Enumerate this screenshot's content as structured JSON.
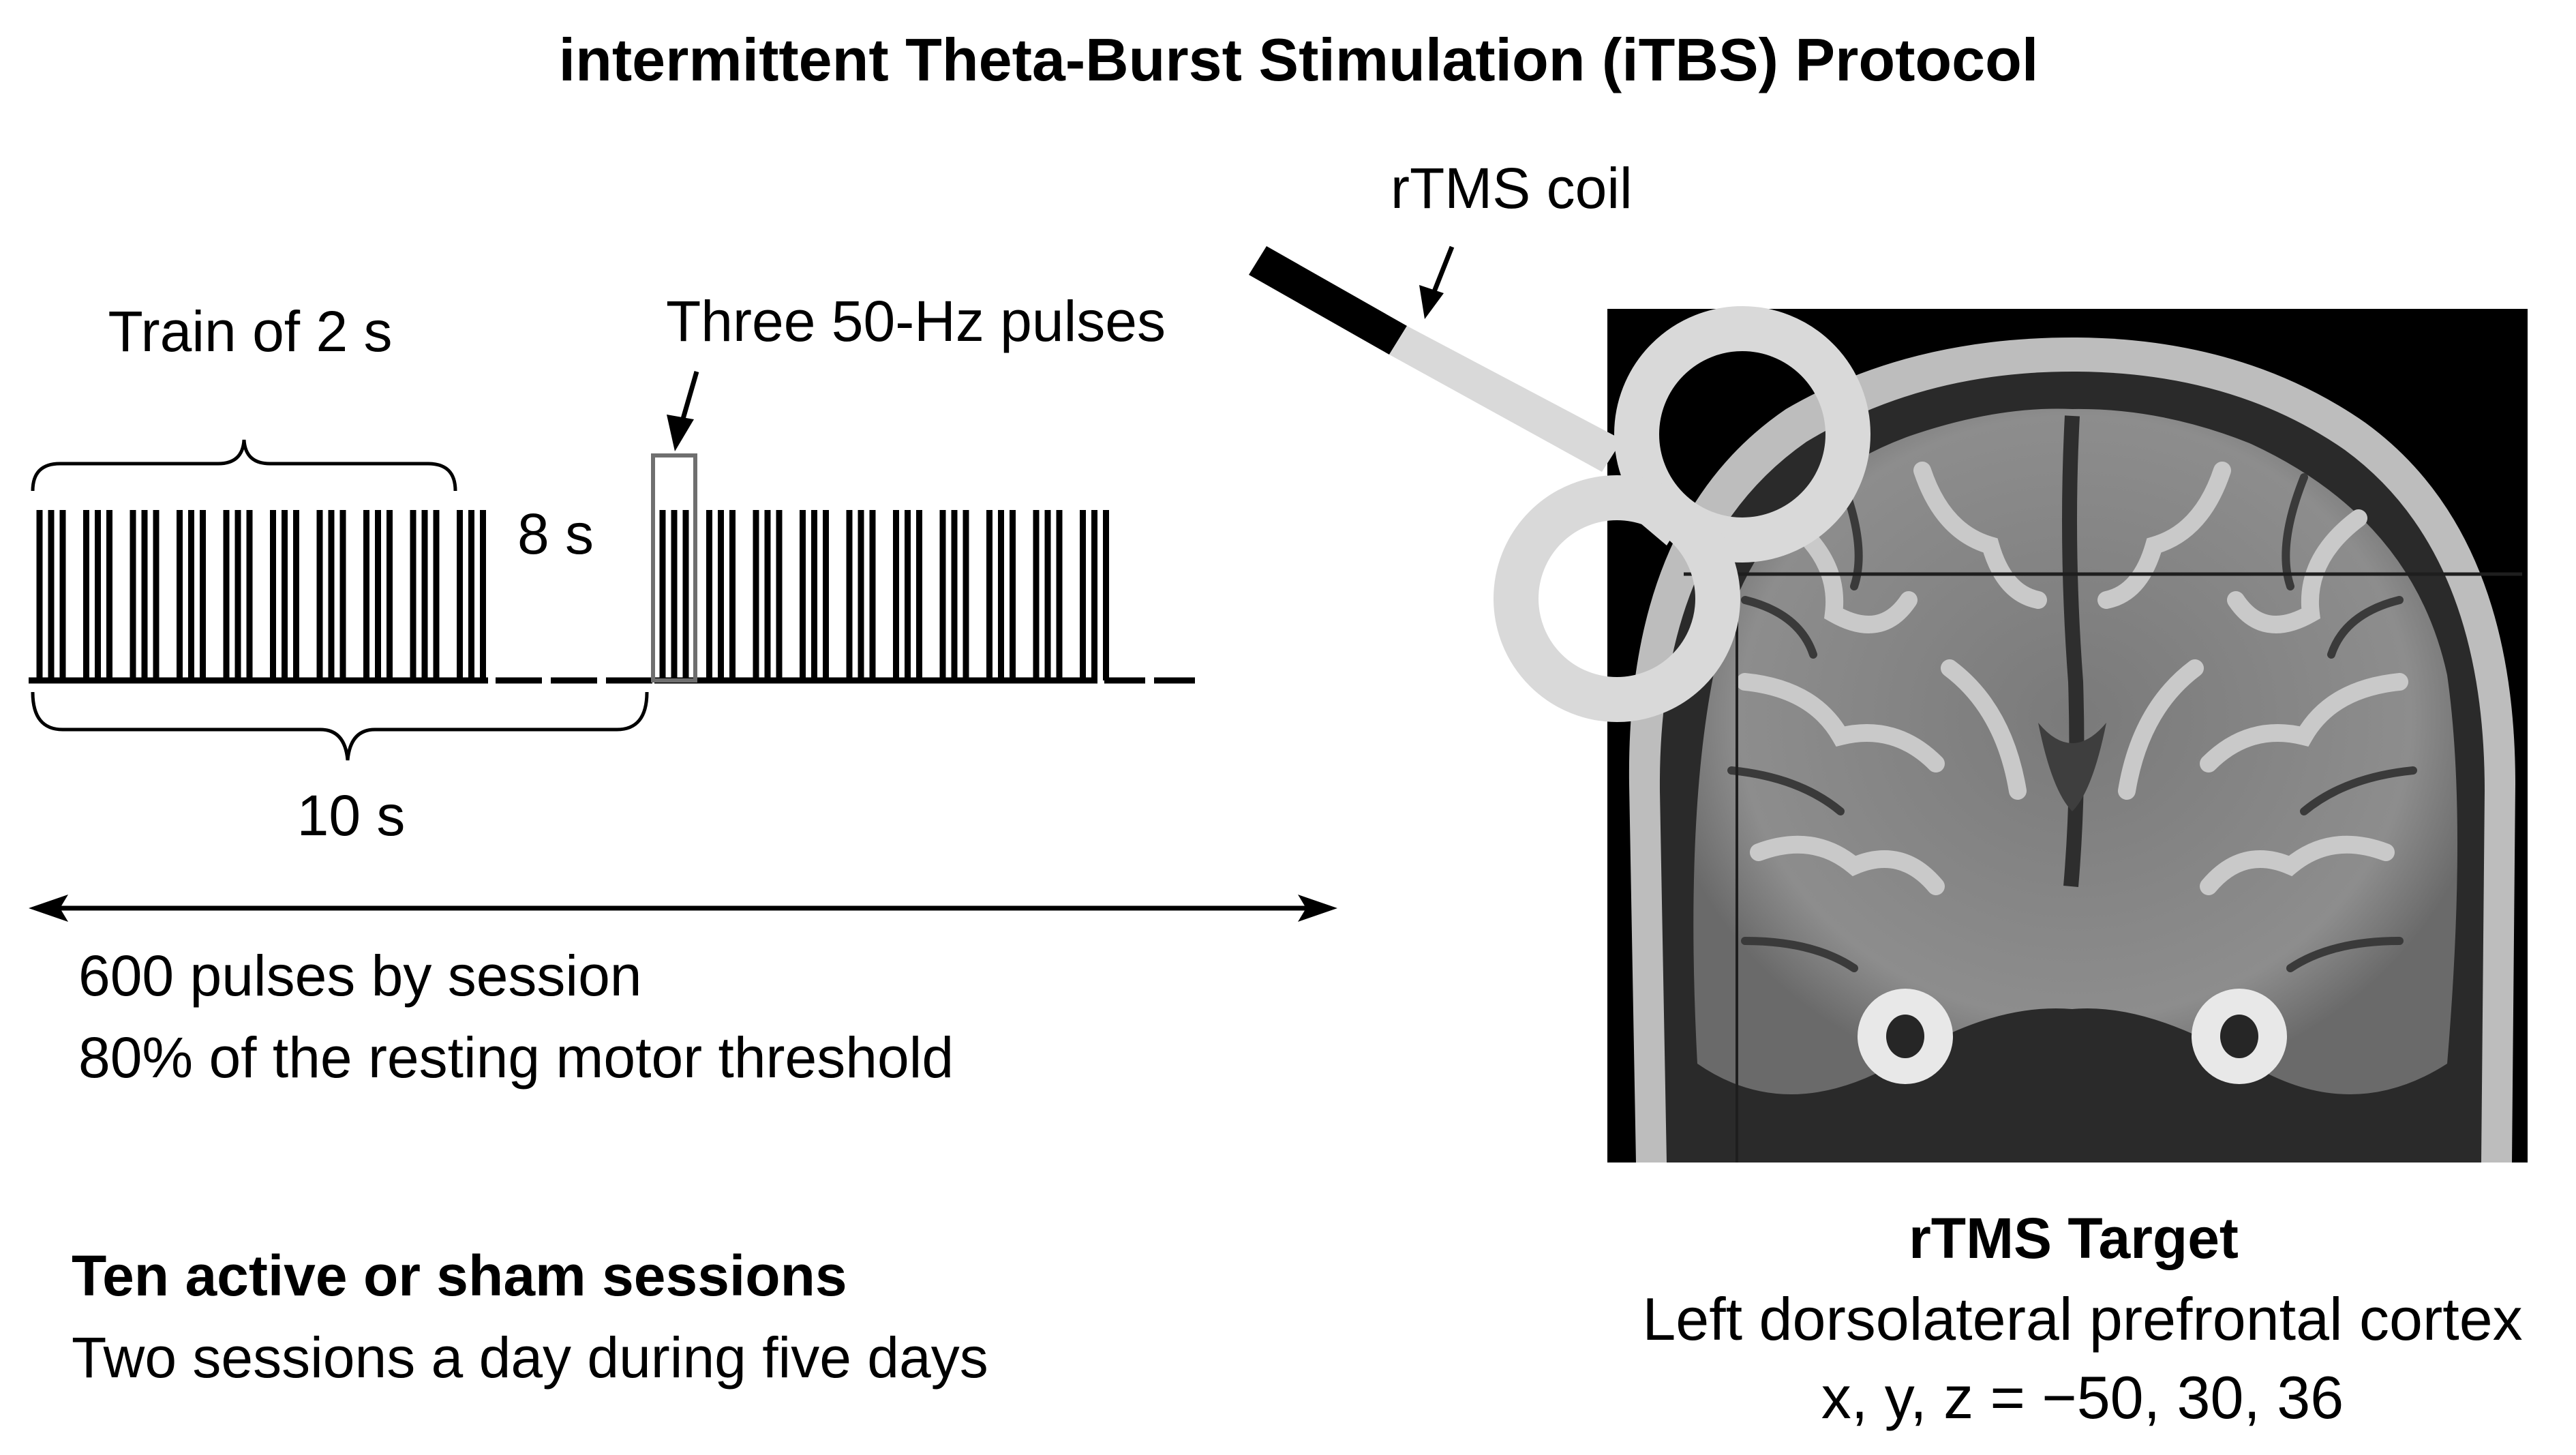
{
  "title": "intermittent Theta-Burst Stimulation (iTBS) Protocol",
  "labels": {
    "train": "Train of 2 s",
    "gap": "8 s",
    "three_pulses": "Three 50-Hz pulses",
    "cycle": "10 s",
    "coil": "rTMS coil"
  },
  "session_info": {
    "pulses": "600 pulses by session",
    "intensity": "80% of the resting motor threshold"
  },
  "schedule": {
    "heading": "Ten active or sham sessions",
    "detail": "Two sessions a day during five days"
  },
  "target": {
    "heading": "rTMS Target",
    "region": "Left dorsolateral prefrontal cortex",
    "coords": "x, y, z = −50, 30, 36"
  },
  "diagram_data": {
    "bursts_per_train": 10,
    "pulses_per_burst": 3,
    "train_duration_s": 2,
    "inter_train_interval_s": 8,
    "cycle_s": 10,
    "burst_frequency_hz": 50,
    "trains_shown": 2
  }
}
